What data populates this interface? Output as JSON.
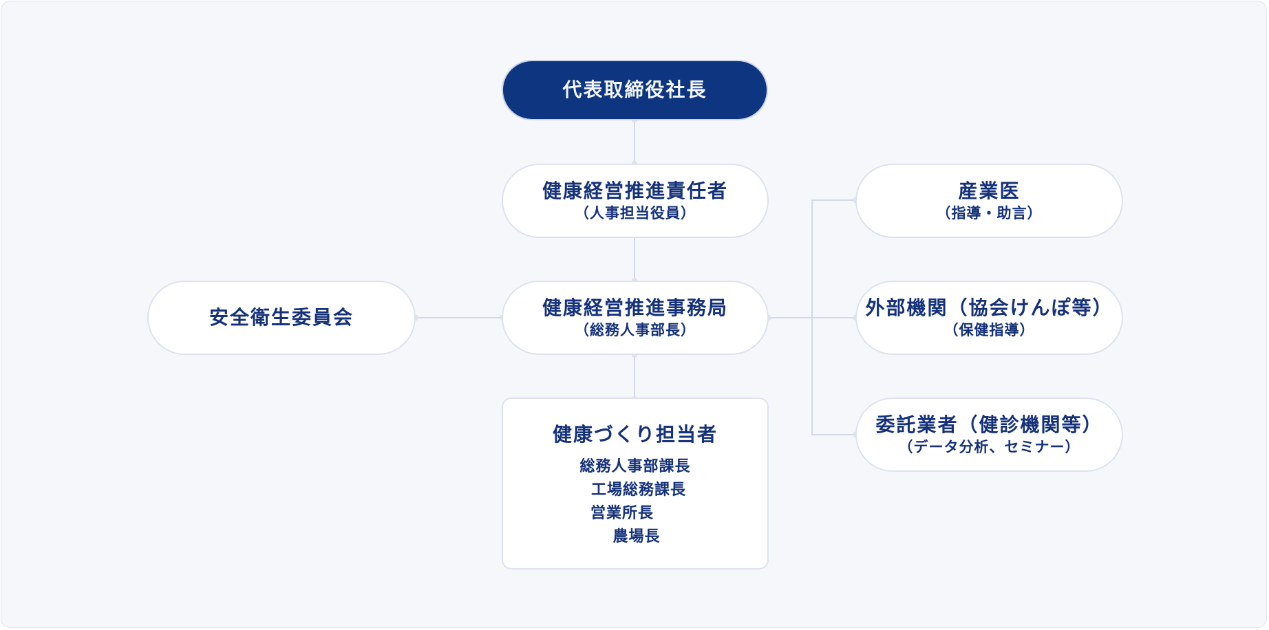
{
  "diagram": {
    "ceo": {
      "title": "代表取締役社長"
    },
    "promotion_officer": {
      "title": "健康経営推進責任者",
      "subtitle": "（人事担当役員）"
    },
    "secretariat": {
      "title": "健康経営推進事務局",
      "subtitle": "（総務人事部長）"
    },
    "staff": {
      "title": "健康づくり担当者",
      "members": [
        "総務人事部課長",
        "工場総務課長",
        "営業所長",
        "農場長"
      ]
    },
    "safety_committee": {
      "title": "安全衛生委員会"
    },
    "occupational_doctor": {
      "title": "産業医",
      "subtitle": "（指導・助言）"
    },
    "external_org": {
      "title": "外部機関（協会けんぽ等）",
      "subtitle": "（保健指導）"
    },
    "contractor": {
      "title": "委託業者（健診機関等）",
      "subtitle": "（データ分析、セミナー）"
    },
    "colors": {
      "primary": "#0d3580",
      "text": "#14317a",
      "background": "#f6f7fa",
      "border": "#dde2ee",
      "connector": "#d3d9e6"
    }
  }
}
